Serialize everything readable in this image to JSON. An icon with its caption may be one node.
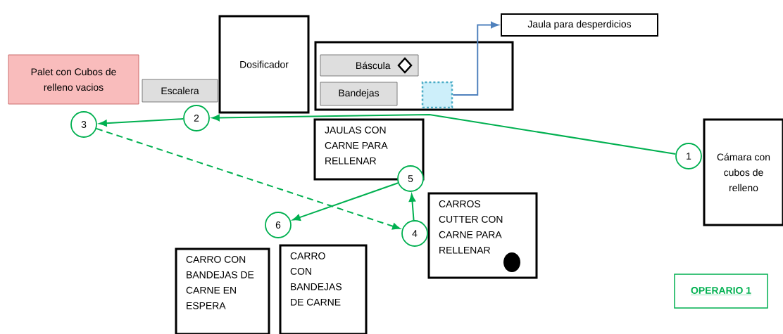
{
  "diagram": {
    "nodes": [
      {
        "text": [
          "Palet con Cubos de relleno vacios"
        ]
      },
      {
        "text": [
          "Escalera"
        ]
      },
      {
        "text": [
          "Dosificador"
        ]
      },
      {
        "text": [],
        "shape": "box"
      },
      {
        "text": [
          "Báscula"
        ],
        "in": 3
      },
      {
        "text": [
          "Bandejas"
        ],
        "in": 3
      },
      {
        "text": [],
        "shape": "box",
        "in": 3
      },
      {
        "text": [
          "Jaula para desperdicios"
        ]
      },
      {
        "text": [
          "JAULAS CON CARNE PARA RELLENAR"
        ]
      },
      {
        "text": [
          "Cámara con cubos de relleno"
        ]
      },
      {
        "text": [
          "CARROS CUTTER CON CARNE PARA RELLENAR"
        ]
      },
      {
        "text": [
          "CARRO CON BANDEJAS DE CARNE EN ESPERA"
        ]
      },
      {
        "text": [
          "CARRO CON BANDEJAS DE CARNE"
        ]
      },
      {
        "text": [
          "OPERARIO 1"
        ]
      },
      {
        "text": [
          "1"
        ]
      },
      {
        "text": [
          "2"
        ]
      },
      {
        "text": [
          "3"
        ]
      },
      {
        "text": [
          "4"
        ]
      },
      {
        "text": [
          "5"
        ]
      },
      {
        "text": [
          "6"
        ]
      }
    ],
    "edges": [
      {
        "from": 14,
        "to": 15,
        "arrow": "to"
      },
      {
        "from": 15,
        "to": 16,
        "arrow": "to"
      },
      {
        "from": 16,
        "to": 17,
        "arrow": "to",
        "style": "dashed"
      },
      {
        "from": 17,
        "to": 18,
        "arrow": "to"
      },
      {
        "from": 18,
        "to": 19,
        "arrow": "to"
      },
      {
        "from": 6,
        "to": 7,
        "arrow": "to",
        "color": "#4f81bd"
      }
    ]
  }
}
